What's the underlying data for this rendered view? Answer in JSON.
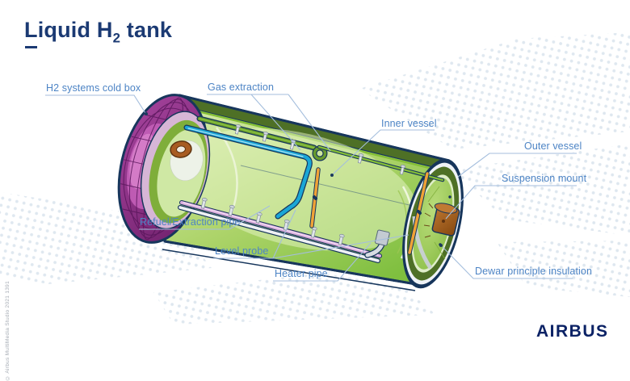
{
  "title": {
    "prefix": "Liquid H",
    "sub": "2",
    "suffix": " tank"
  },
  "logo": "AIRBUS",
  "credit": "© Airbus MultiMedia Studio 2021 1391",
  "labels": {
    "cold_box": "H2 systems cold box",
    "gas_extraction": "Gas extraction",
    "inner_vessel": "Inner vessel",
    "outer_vessel": "Outer vessel",
    "suspension_mount": "Suspension mount",
    "refuel_pipe": "Refuel/Extraction pipe",
    "level_probe": "Level probe",
    "heater_pipe": "Heater pipe",
    "dewar": "Dewar principle insulation"
  },
  "colors": {
    "title_navy": "#1b3a73",
    "label_blue": "#4d84c5",
    "leader_line": "#a4bedd",
    "logo_navy": "#0b2265",
    "tank_outline_navy": "#17365c",
    "shell_dark_green": "#4e7026",
    "interior_light_green": "#cde6a2",
    "cold_box_purple": "#9b3793",
    "gas_pipe_blue": "#1ba7d6",
    "refuel_pipe_pink": "#dcaede",
    "level_probe_orange": "#f0a236",
    "mount_brown": "#a85c22",
    "halftone_dot": "#dbe5ee"
  }
}
